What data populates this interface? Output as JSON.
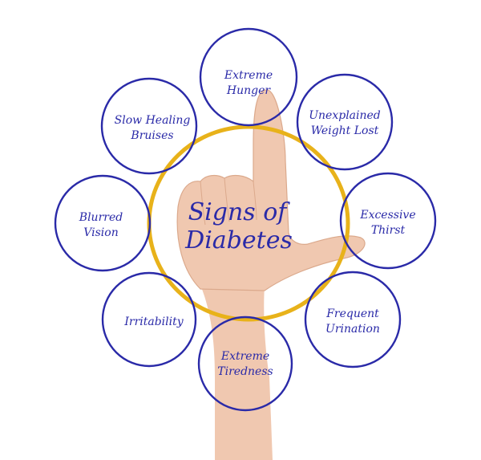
{
  "center": {
    "line1": "Signs of",
    "line2": "Diabetes"
  },
  "colors": {
    "ring": "#e8b21a",
    "node_stroke": "#2a2aa8",
    "text": "#2a2aa8",
    "hand": "#f0c8b0",
    "hand_shade": "#dba98c"
  },
  "nodes": [
    {
      "id": "hunger",
      "line1": "Extreme",
      "line2": "Hunger"
    },
    {
      "id": "weight",
      "line1": "Unexplained",
      "line2": "Weight Lost"
    },
    {
      "id": "thirst",
      "line1": "Excessive",
      "line2": "Thirst"
    },
    {
      "id": "urination",
      "line1": "Frequent",
      "line2": "Urination"
    },
    {
      "id": "tiredness",
      "line1": "Extreme",
      "line2": "Tiredness"
    },
    {
      "id": "irritability",
      "line1": "Irritability",
      "line2": ""
    },
    {
      "id": "vision",
      "line1": "Blurred",
      "line2": "Vision"
    },
    {
      "id": "bruises",
      "line1": "Slow Healing",
      "line2": "Bruises"
    }
  ]
}
